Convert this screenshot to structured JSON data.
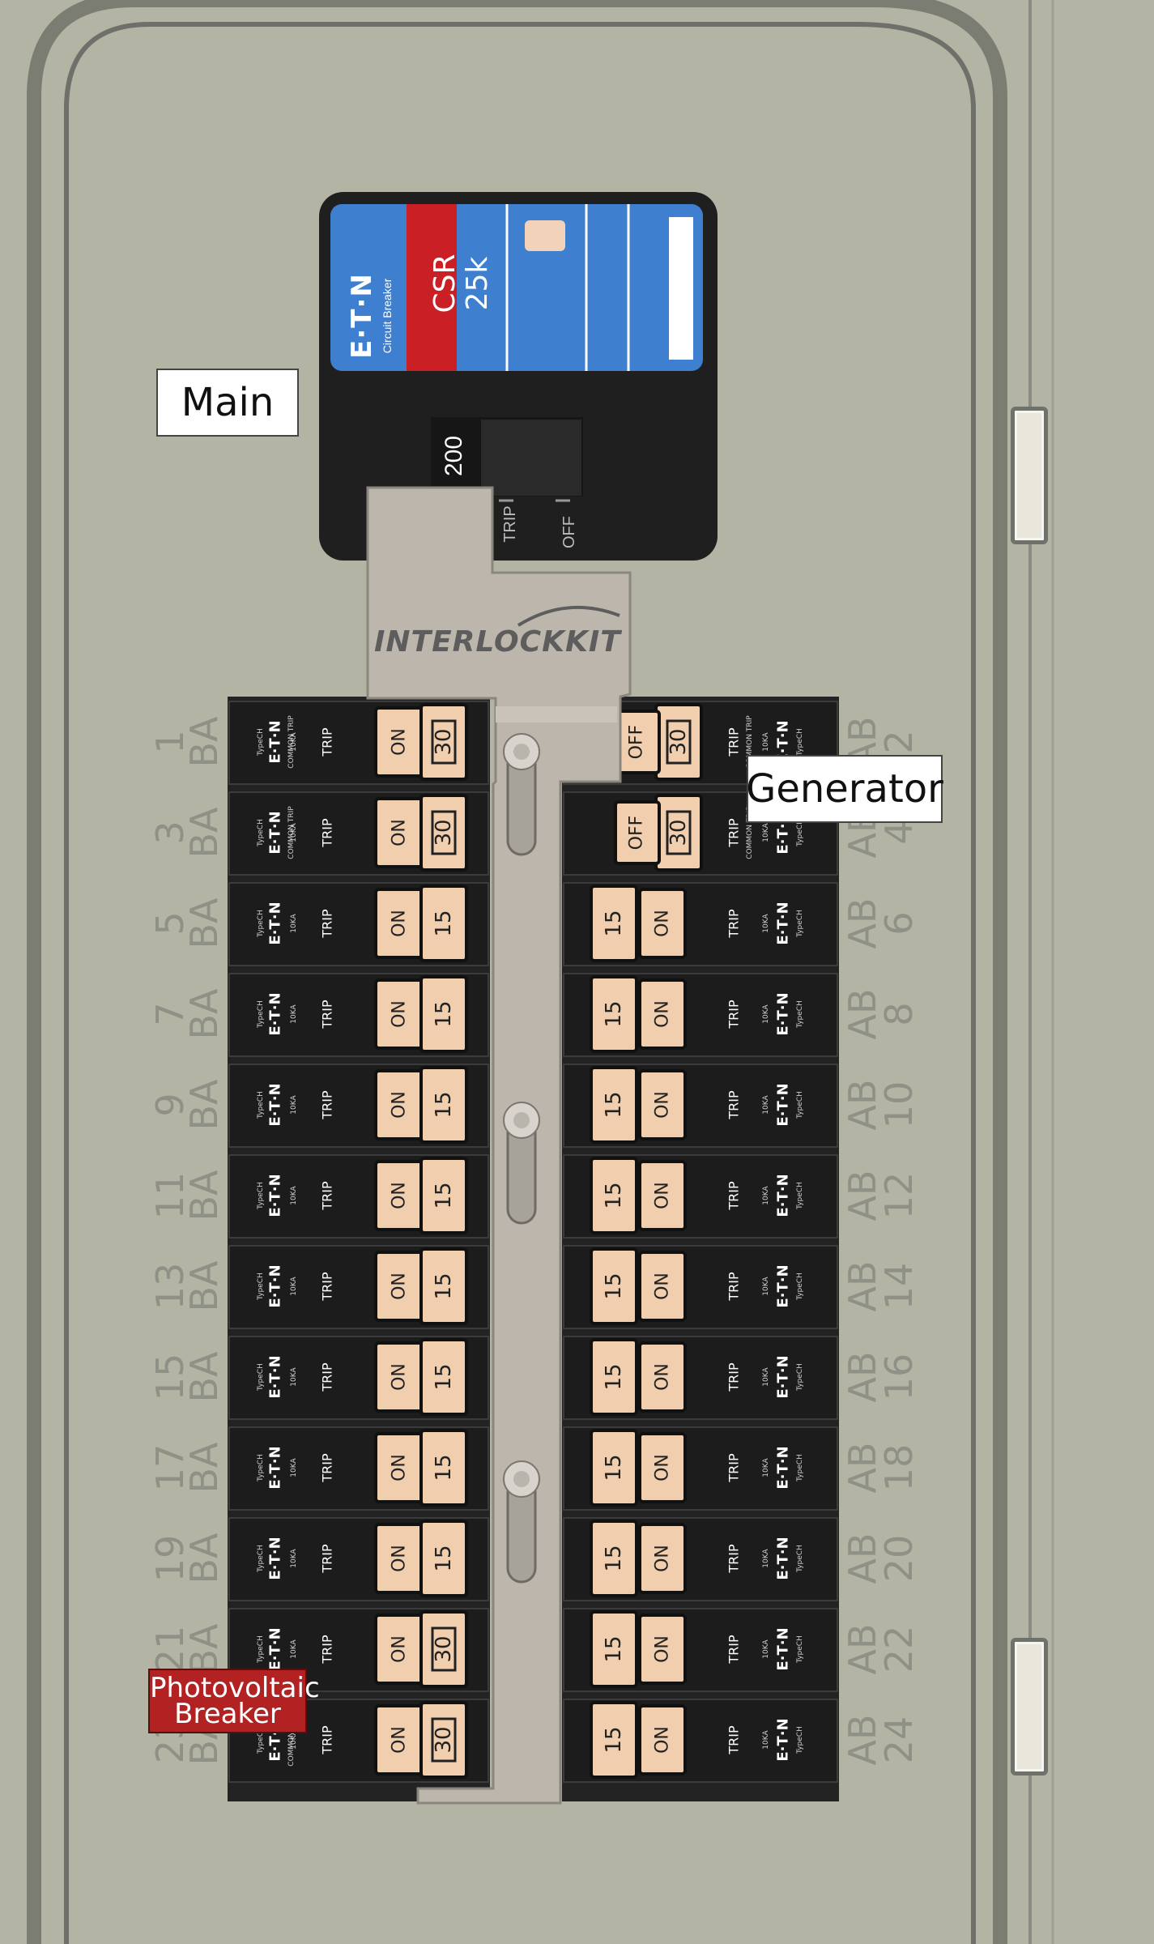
{
  "labels": {
    "main": "Main",
    "generator": "Generator",
    "photovoltaic_line1": "Photovoltaic",
    "photovoltaic_line2": "Breaker"
  },
  "main_breaker": {
    "brand": "E·T·N",
    "brand_sub": "Circuit Breaker",
    "model": "CSR 25k",
    "rating": "200",
    "trip_label": "TRIP",
    "off_label": "OFF"
  },
  "interlock": {
    "brand": "INTERLOCKKIT"
  },
  "breaker_text": {
    "on": "ON",
    "off": "OFF",
    "trip": "TRIP",
    "common_trip": "COMMON TRIP",
    "brand": "E·T·N",
    "rating_ka": "10KA",
    "type": "TypeCH"
  },
  "left_positions": [
    {
      "num": "1",
      "phase": "BA"
    },
    {
      "num": "3",
      "phase": "BA"
    },
    {
      "num": "5",
      "phase": "BA"
    },
    {
      "num": "7",
      "phase": "BA"
    },
    {
      "num": "9",
      "phase": "BA"
    },
    {
      "num": "11",
      "phase": "BA"
    },
    {
      "num": "13",
      "phase": "BA"
    },
    {
      "num": "15",
      "phase": "BA"
    },
    {
      "num": "17",
      "phase": "BA"
    },
    {
      "num": "19",
      "phase": "BA"
    },
    {
      "num": "21",
      "phase": "BA"
    },
    {
      "num": "23",
      "phase": "BA"
    }
  ],
  "right_positions": [
    {
      "num": "2",
      "phase": "AB"
    },
    {
      "num": "4",
      "phase": "AB"
    },
    {
      "num": "6",
      "phase": "AB"
    },
    {
      "num": "8",
      "phase": "AB"
    },
    {
      "num": "10",
      "phase": "AB"
    },
    {
      "num": "12",
      "phase": "AB"
    },
    {
      "num": "14",
      "phase": "AB"
    },
    {
      "num": "16",
      "phase": "AB"
    },
    {
      "num": "18",
      "phase": "AB"
    },
    {
      "num": "20",
      "phase": "AB"
    },
    {
      "num": "22",
      "phase": "AB"
    },
    {
      "num": "24",
      "phase": "AB"
    }
  ],
  "left_breakers": [
    "30",
    "30",
    "15",
    "15",
    "15",
    "15",
    "15",
    "15",
    "15",
    "15",
    "30",
    "30"
  ],
  "right_breakers": [
    "30",
    "30",
    "15",
    "15",
    "15",
    "15",
    "15",
    "15",
    "15",
    "15",
    "15",
    "15"
  ],
  "left_states": [
    "ON",
    "ON",
    "ON",
    "ON",
    "ON",
    "ON",
    "ON",
    "ON",
    "ON",
    "ON",
    "ON",
    "ON"
  ],
  "right_states": [
    "OFF",
    "OFF",
    "ON",
    "ON",
    "ON",
    "ON",
    "ON",
    "ON",
    "ON",
    "ON",
    "ON",
    "ON"
  ],
  "colors": {
    "panel": "#b3b4a3",
    "breaker_body": "#262626",
    "handle": "#f1cfae",
    "eaton_blue": "#3e7fd0",
    "eaton_red": "#c91f25",
    "interlock_plate": "#bcb6ad",
    "pv_label": "#b22222"
  }
}
